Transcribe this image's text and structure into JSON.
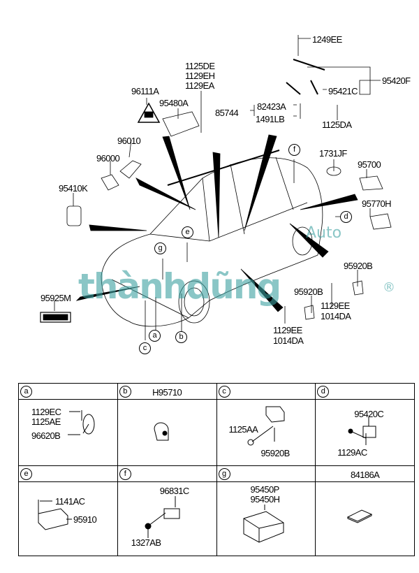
{
  "diagram": {
    "callouts": {
      "p1249EE": "1249EE",
      "p95420F": "95420F",
      "p95421C": "95421C",
      "p1125DA": "1125DA",
      "p82423A": "82423A",
      "p1491LB": "1491LB",
      "p85744": "85744",
      "p1125DE": "1125DE",
      "p1129EH": "1129EH",
      "p1129EA": "1129EA",
      "p96111A": "96111A",
      "p95480A": "95480A",
      "p96010": "96010",
      "p96000": "96000",
      "p95410K": "95410K",
      "p1731JF": "1731JF",
      "p95700": "95700",
      "p95770H": "95770H",
      "p95920B_r": "95920B",
      "p95920B_m": "95920B",
      "p1129EE_r": "1129EE",
      "p1014DA_r": "1014DA",
      "p1129EE_b": "1129EE",
      "p1014DA_b": "1014DA",
      "p95925M": "95925M"
    },
    "circles": {
      "a": "a",
      "b": "b",
      "c": "c",
      "d": "d",
      "e": "e",
      "f": "f",
      "g": "g"
    },
    "watermark": {
      "brand": "thànhdũng",
      "sub": "Auto",
      "reg": "®"
    }
  },
  "detail_table": [
    {
      "key": "a",
      "code": "",
      "labels": [
        "1129EC",
        "1125AE",
        "96620B"
      ]
    },
    {
      "key": "b",
      "code": "H95710",
      "labels": []
    },
    {
      "key": "c",
      "code": "",
      "labels": [
        "1125AA",
        "95920B"
      ]
    },
    {
      "key": "d",
      "code": "",
      "labels": [
        "95420C",
        "1129AC"
      ]
    },
    {
      "key": "e",
      "code": "",
      "labels": [
        "1141AC",
        "95910"
      ]
    },
    {
      "key": "f",
      "code": "",
      "labels": [
        "96831C",
        "1327AB"
      ]
    },
    {
      "key": "g",
      "code": "",
      "labels": [
        "95450P",
        "95450H"
      ]
    },
    {
      "key": "",
      "code": "84186A",
      "labels": []
    }
  ]
}
